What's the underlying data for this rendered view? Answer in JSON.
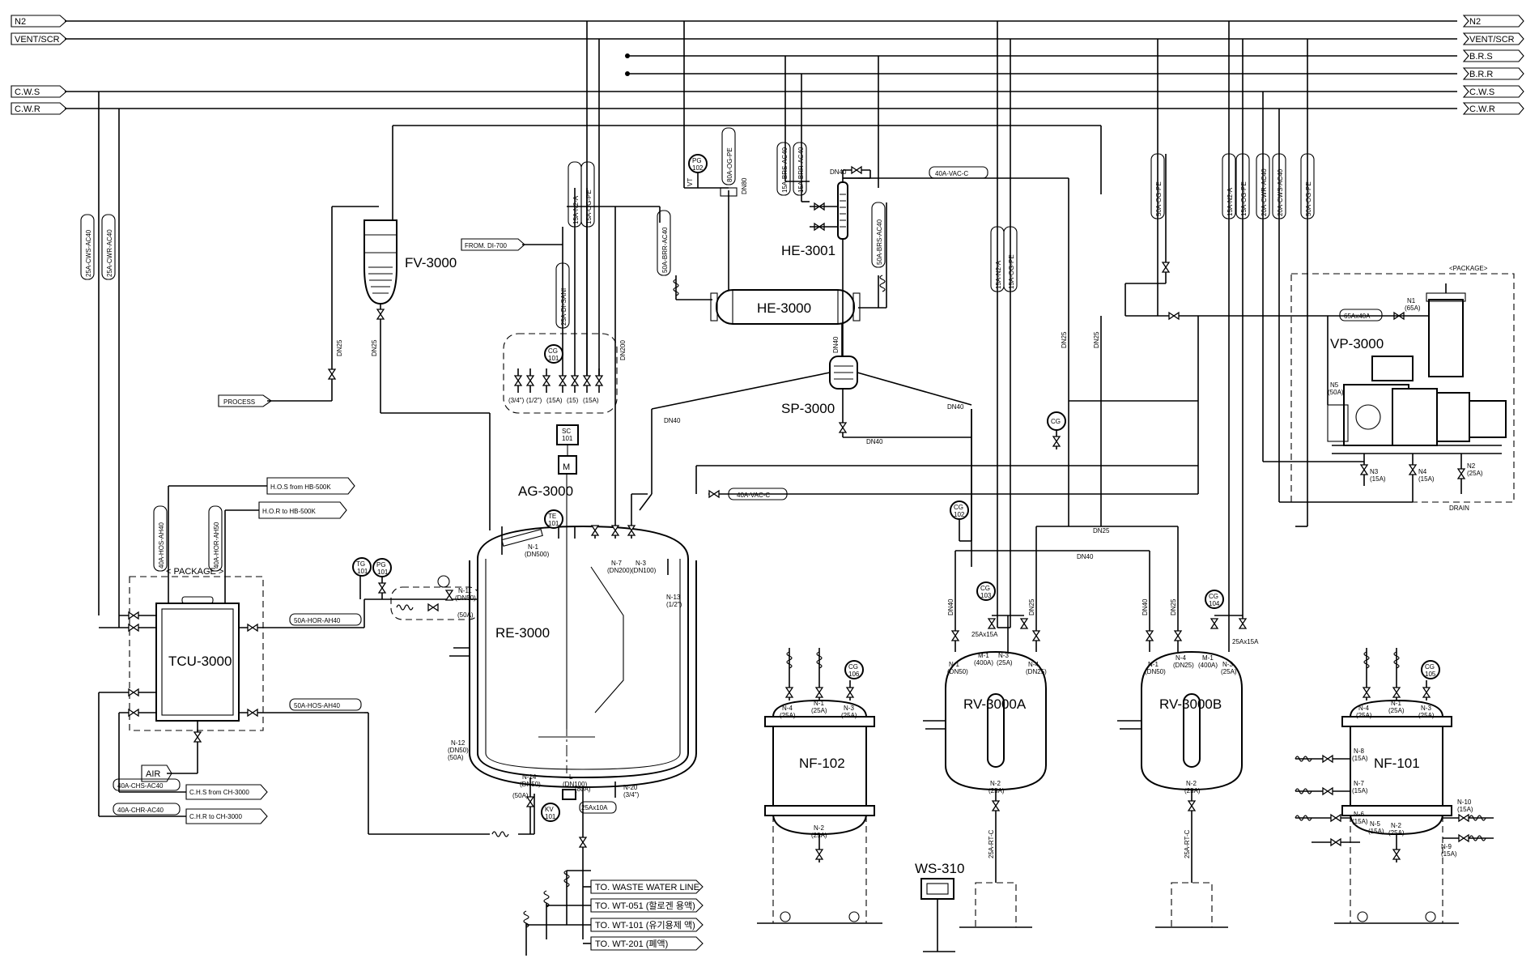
{
  "header_lines": {
    "left": [
      "N2",
      "VENT/SCR",
      "C.W.S",
      "C.W.R"
    ],
    "right": [
      "N2",
      "VENT/SCR",
      "B.R.S",
      "B.R.R",
      "C.W.S",
      "C.W.R"
    ]
  },
  "equipment": {
    "tcu": "TCU-3000",
    "fv": "FV-3000",
    "he3000": "HE-3000",
    "he3001": "HE-3001",
    "sp": "SP-3000",
    "re": "RE-3000",
    "ag": "AG-3000",
    "nf102": "NF-102",
    "rva": "RV-3000A",
    "rvb": "RV-3000B",
    "nf101": "NF-101",
    "vp": "VP-3000",
    "ws": "WS-310"
  },
  "package_labels": {
    "tcu": "< PACKAGE >",
    "vp": "<PACKAGE>"
  },
  "flags": {
    "process": "PROCESS",
    "from_di": "FROM. DI-700",
    "hos_from": "H.O.S from HB-500K",
    "hor_to": "H.O.R to HB-500K",
    "air": "AIR",
    "chs_line": "40A-CHS-AC40",
    "chr_line": "40A-CHR-AC40",
    "chs_from": "C.H.S from CH-3000",
    "chr_to": "C.H.R to CH-3000",
    "hor_line": "50A-HOR-AH40",
    "hos_line": "50A-HOS-AH40",
    "vac_c1": "40A-VAC-C",
    "vac_c2": "40A-VAC-C",
    "vp_inlet": "65Ax40A",
    "waste": "TO. WASTE WATER LINE",
    "wt051": "TO. WT-051 (할로겐 용액)",
    "wt101": "TO. WT-101 (유기용제 액)",
    "wt201": "TO. WT-201 (폐액)",
    "drain": "DRAIN"
  },
  "line_numbers": {
    "cws_tcu": "25A-CWS-AC40",
    "cwr_tcu": "25A-CWR-AC40",
    "hos_tcu": "40A-HOS-AH40",
    "hor_tcu": "40A-HOR-AH50",
    "n2_re": "15A-N2-A",
    "og_re": "15A-OG-PE",
    "di_line": "25A-DI-SANI",
    "brr_he": "50A-BRR-AC40",
    "og_he": "80A-OG-PE",
    "brs_he1": "15A-BRS-AC40",
    "brr_he1": "15A-BRR-AC40",
    "brs_he": "50A-BRS-AC40",
    "og_vent": "50A-OG-PE",
    "n2_rv": "15A-N2-A",
    "og_rv": "15A-OG-PE",
    "n2_vp": "15A-N2-A",
    "og_vp": "15A-OG-PE",
    "cwr_vp": "20A-CWR-AC40",
    "cws_vp": "20A-CWS-AC40",
    "og_vp2": "50A-OG-PE",
    "rt_a": "25A-RT-C",
    "rt_b": "25A-RT-C",
    "dn25_fv": "DN25",
    "dn25_fv2": "DN25",
    "dn200": "DN200",
    "dn40_sp": "DN40",
    "dn40_sp2": "DN40",
    "dn40_sp3": "DN40",
    "dn40_he": "DN40",
    "dn80": "DN80",
    "dn40_he1": "DN40",
    "dn25_v1": "DN25",
    "dn25_v2": "DN25",
    "dn25_h": "DN25",
    "dn40_h": "DN40",
    "dn40_a": "DN40",
    "dn25_a": "DN25",
    "dn40_b": "DN40",
    "dn25_b": "DN25",
    "red_a": "25Ax15A",
    "red_b": "25Ax15A",
    "red_re": "25Ax10A"
  },
  "instruments": {
    "pg102": [
      "PG",
      "102"
    ],
    "cg101": [
      "CG",
      "101"
    ],
    "sc101": [
      "SC",
      "101"
    ],
    "te101": [
      "TE",
      "101"
    ],
    "tg101": [
      "TG",
      "101"
    ],
    "pg101": [
      "PG",
      "101"
    ],
    "cg_sp": [
      "CG",
      ""
    ],
    "cg102": [
      "CG",
      "102"
    ],
    "cg103": [
      "CG",
      "103"
    ],
    "cg104": [
      "CG",
      "104"
    ],
    "cg105": [
      "CG",
      "105"
    ],
    "cg106": [
      "CG",
      "106"
    ],
    "kv101": [
      "KV",
      "101"
    ],
    "motor": "M"
  },
  "manway_bits": {
    "vt": "VT"
  },
  "nozzles": {
    "re": {
      "n1": [
        "N-1",
        "(DN500)"
      ],
      "n7": [
        "N-7",
        "(DN200)"
      ],
      "n3": [
        "N-3",
        "(DN100)"
      ],
      "n13": [
        "N-13",
        "(1/2\")"
      ],
      "n12": [
        "N-12",
        "(DN50)",
        "(50A)"
      ],
      "n11": [
        "N-11",
        "(DN50)"
      ],
      "n14": [
        "N-14",
        "(DN50)"
      ],
      "nl": [
        "L",
        "(DN100)"
      ],
      "n20": [
        "N-20",
        "(3/4\")"
      ],
      "n80": "(80A)",
      "n50a": "(50A)",
      "valves_top": [
        "(3/4\")",
        "(1/2\")",
        "(15A)",
        "(15)",
        "(15A)"
      ]
    },
    "nf102": {
      "n4": [
        "N-4",
        "(25A)"
      ],
      "n1": [
        "N-1",
        "(25A)"
      ],
      "n3": [
        "N-3",
        "(25A)"
      ],
      "n2": [
        "N-2",
        "(25A)"
      ]
    },
    "rva": {
      "n1": [
        "N-1",
        "(DN50)"
      ],
      "m1": [
        "M-1",
        "(400A)"
      ],
      "n3": [
        "N-3",
        "(25A)"
      ],
      "n4": [
        "N-4",
        "(DN25)"
      ],
      "n2": [
        "N-2",
        "(25A)"
      ]
    },
    "rvb": {
      "n1": [
        "N-1",
        "(DN50)"
      ],
      "n4": [
        "N-4",
        "(DN25)"
      ],
      "m1": [
        "M-1",
        "(400A)"
      ],
      "n3": [
        "N-3",
        "(25A)"
      ],
      "n2": [
        "N-2",
        "(25A)"
      ]
    },
    "nf101": {
      "n4": [
        "N-4",
        "(25A)"
      ],
      "n1": [
        "N-1",
        "(25A)"
      ],
      "n3": [
        "N-3",
        "(25A)"
      ],
      "n8": [
        "N-8",
        "(15A)"
      ],
      "n7": [
        "N-7",
        "(15A)"
      ],
      "n6": [
        "N-6",
        "(15A)"
      ],
      "n5": [
        "N-5",
        "(15A)"
      ],
      "n2": [
        "N-2",
        "(25A)"
      ],
      "n10": [
        "N-10",
        "(15A)"
      ],
      "n9": [
        "N-9",
        "(15A)"
      ]
    },
    "vp": {
      "n1": [
        "N1",
        "(65A)"
      ],
      "n5": [
        "N5",
        "(50A)"
      ],
      "n3": [
        "N3",
        "(15A)"
      ],
      "n4": [
        "N4",
        "(15A)"
      ],
      "n2": [
        "N2",
        "(25A)"
      ]
    }
  }
}
